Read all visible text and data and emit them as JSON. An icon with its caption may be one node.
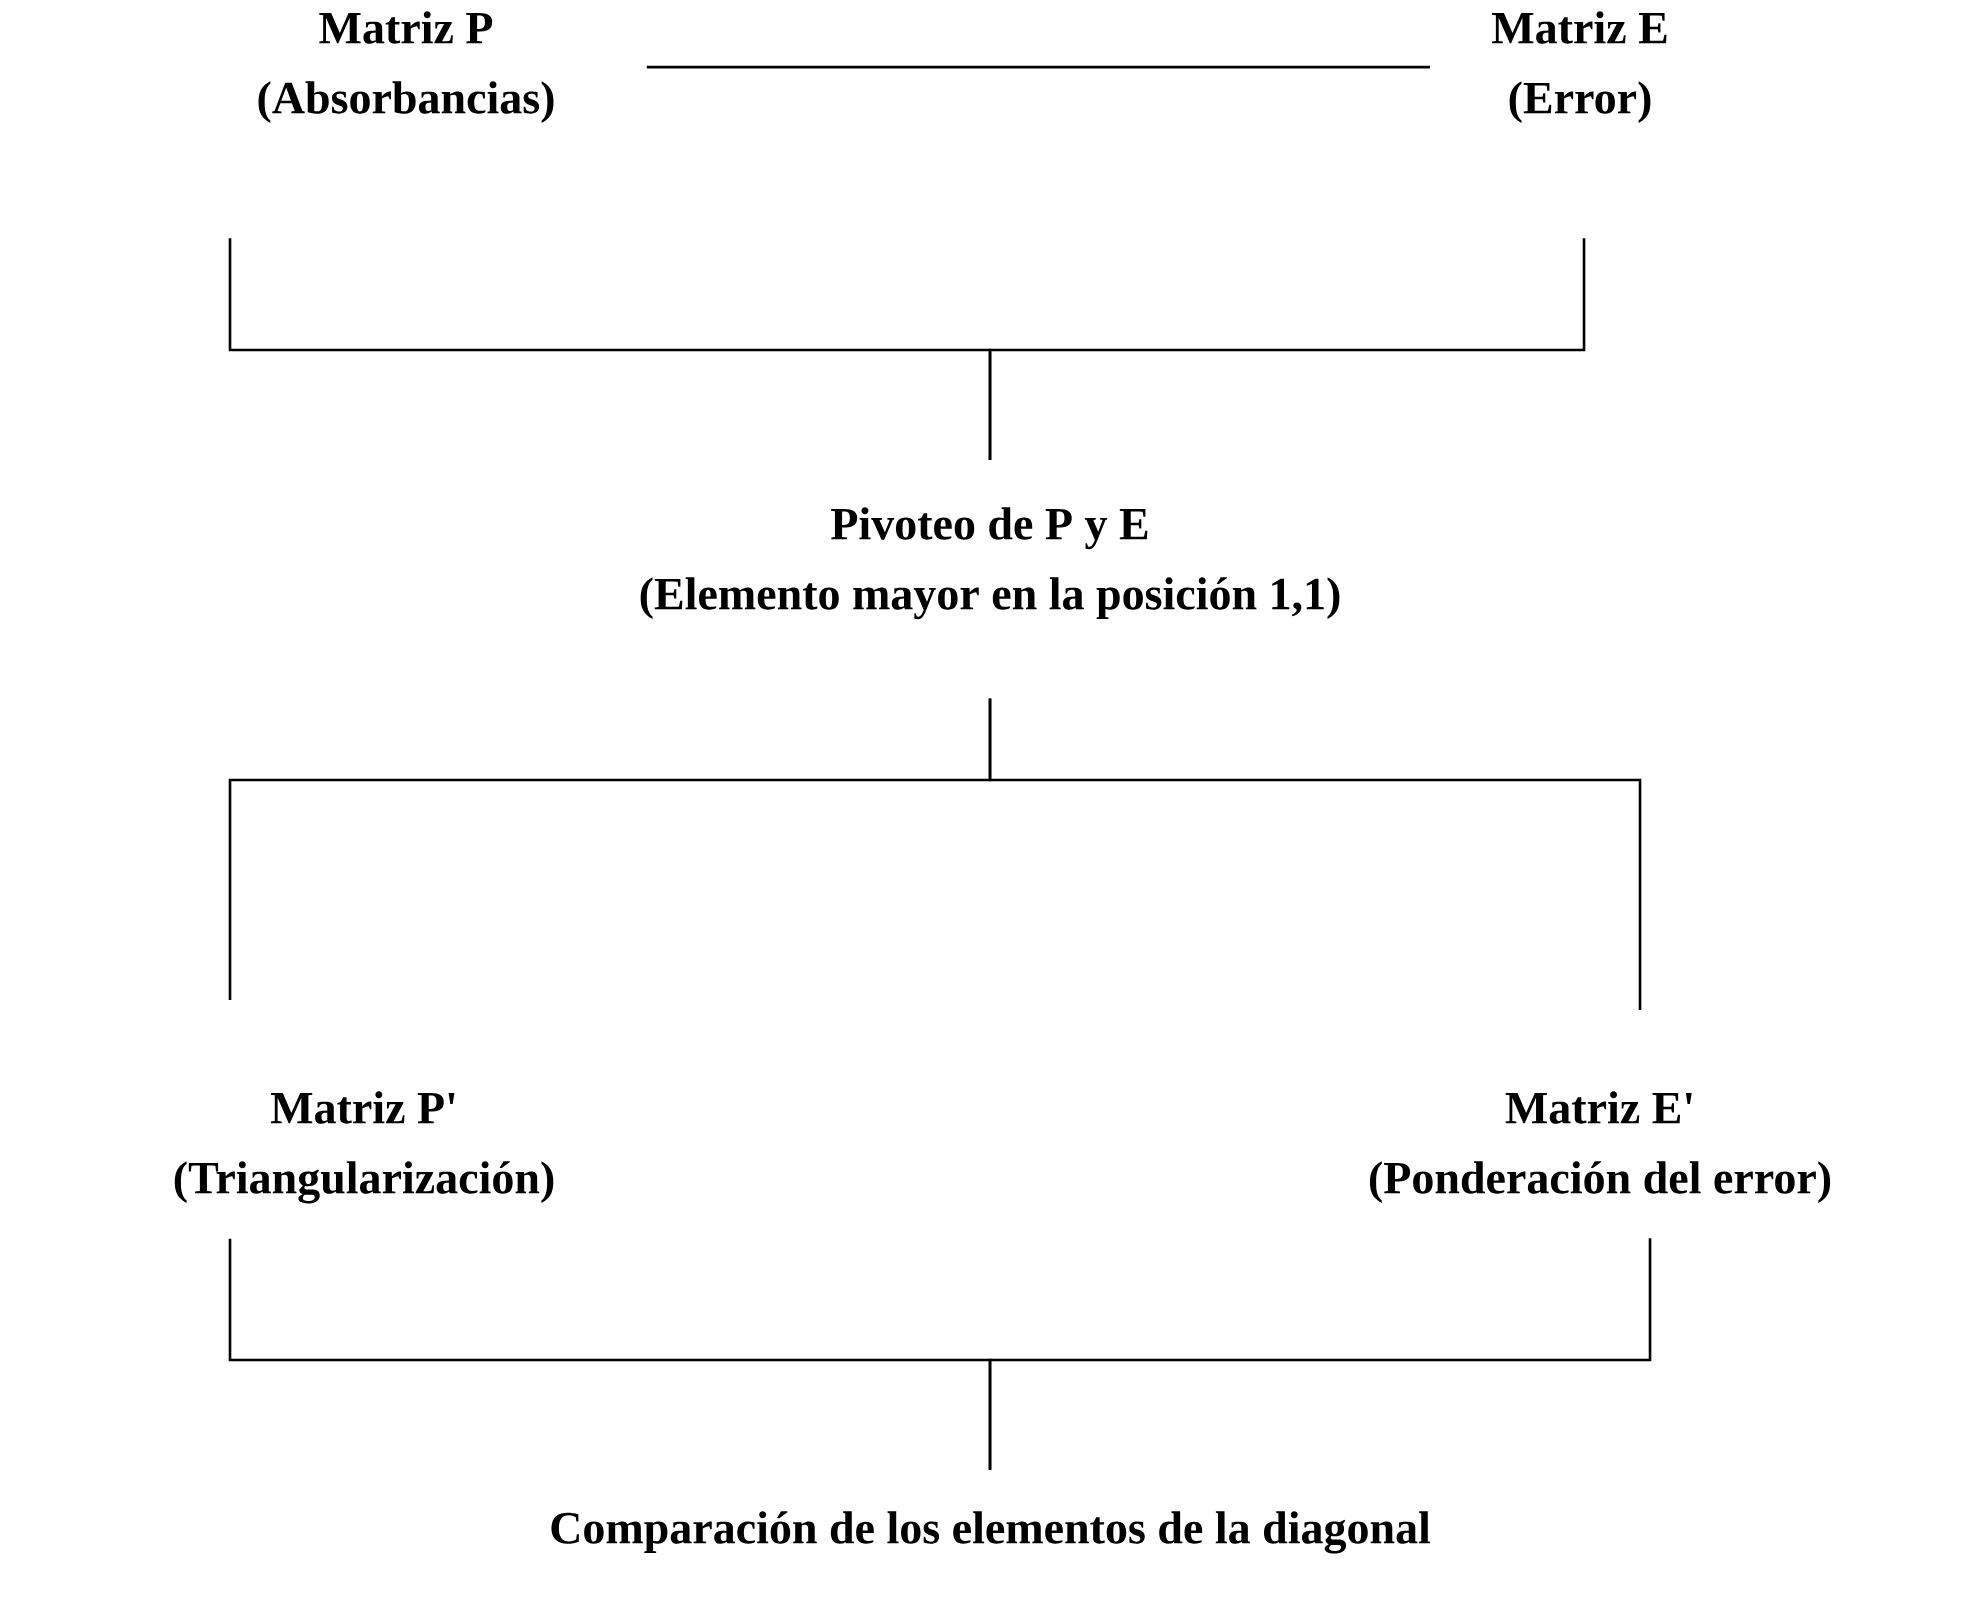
{
  "diagram": {
    "nodes": [
      {
        "text": [
          "Matriz P",
          "(Absorbancias)"
        ]
      },
      {
        "text": [
          "Matriz E",
          "(Error)"
        ]
      },
      {
        "text": [
          "Pivoteo de P y E",
          "(Elemento mayor en la posición 1,1)"
        ]
      },
      {
        "text": [
          "Matriz P'",
          "(Triangularización)"
        ]
      },
      {
        "text": [
          "Matriz E'",
          "(Ponderación del error)"
        ]
      },
      {
        "text": [
          "Comparación de los elementos de la diagonal"
        ]
      }
    ],
    "edges": [
      {
        "from": 0,
        "to": 1,
        "arrow": "none"
      },
      {
        "from": 0,
        "to": 2,
        "arrow": "none"
      },
      {
        "from": 1,
        "to": 2,
        "arrow": "none"
      },
      {
        "from": 2,
        "to": 3,
        "arrow": "none"
      },
      {
        "from": 2,
        "to": 4,
        "arrow": "none"
      },
      {
        "from": 3,
        "to": 5,
        "arrow": "none"
      },
      {
        "from": 4,
        "to": 5,
        "arrow": "none"
      }
    ]
  }
}
